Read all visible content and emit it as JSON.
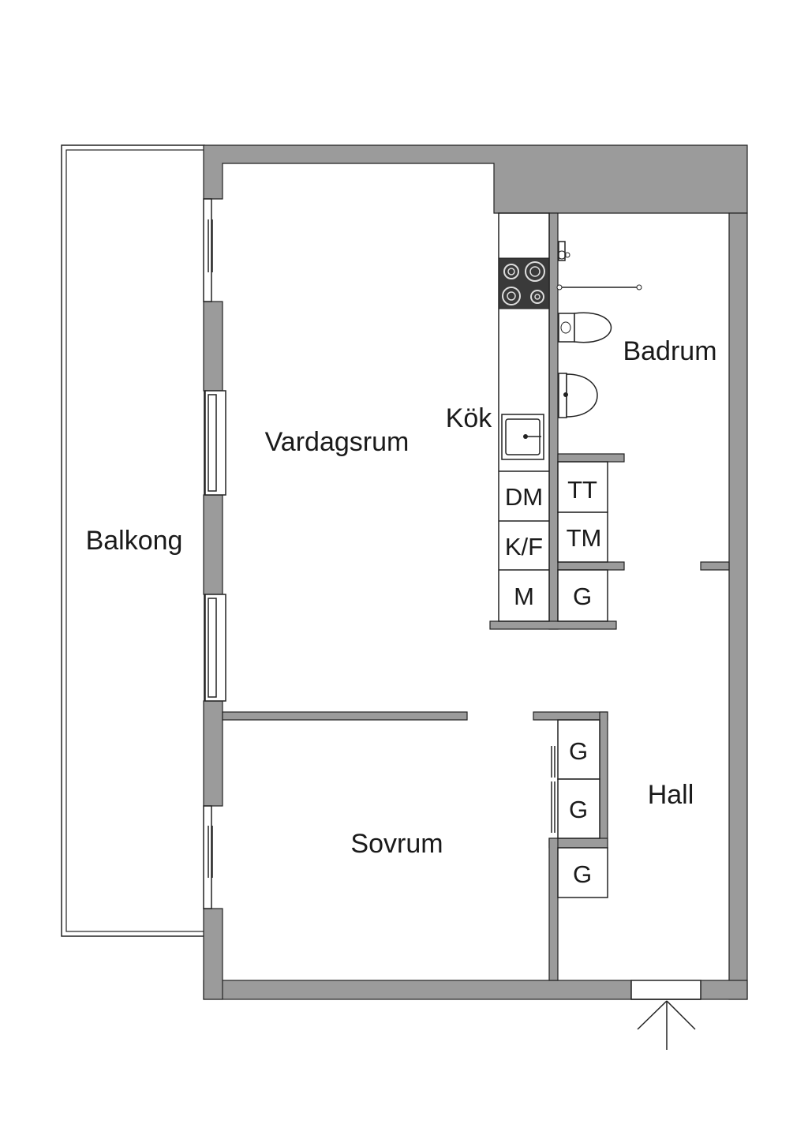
{
  "rooms": {
    "balkong": "Balkong",
    "vardagsrum": "Vardagsrum",
    "kok": "Kök",
    "badrum": "Badrum",
    "sovrum": "Sovrum",
    "hall": "Hall"
  },
  "appliances": {
    "dm": "DM",
    "kf": "K/F",
    "m": "M",
    "tt": "TT",
    "tm": "TM",
    "g_kitchen": "G",
    "g_hall_1": "G",
    "g_hall_2": "G",
    "g_hall_3": "G"
  },
  "colors": {
    "wall": "#9b9b9b",
    "stove": "#3a3a3a",
    "background": "#ffffff"
  }
}
